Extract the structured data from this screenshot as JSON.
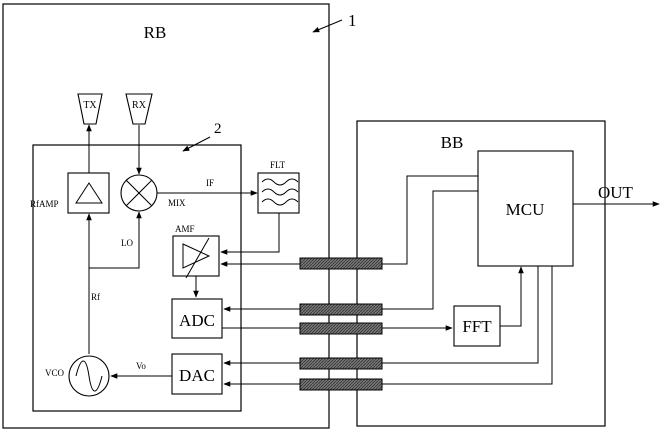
{
  "labels": {
    "rb": "RB",
    "bb": "BB",
    "ref_rb": "1",
    "ref_inner": "2",
    "tx": "TX",
    "rx": "RX",
    "rfamp": "RfAMP",
    "mix": "MIX",
    "if": "IF",
    "flt": "FLT",
    "amf": "AMF",
    "lo": "LO",
    "rf": "Rf",
    "adc": "ADC",
    "dac": "DAC",
    "vco": "VCO",
    "vo": "Vo",
    "mcu": "MCU",
    "fft": "FFT",
    "out": "OUT"
  }
}
